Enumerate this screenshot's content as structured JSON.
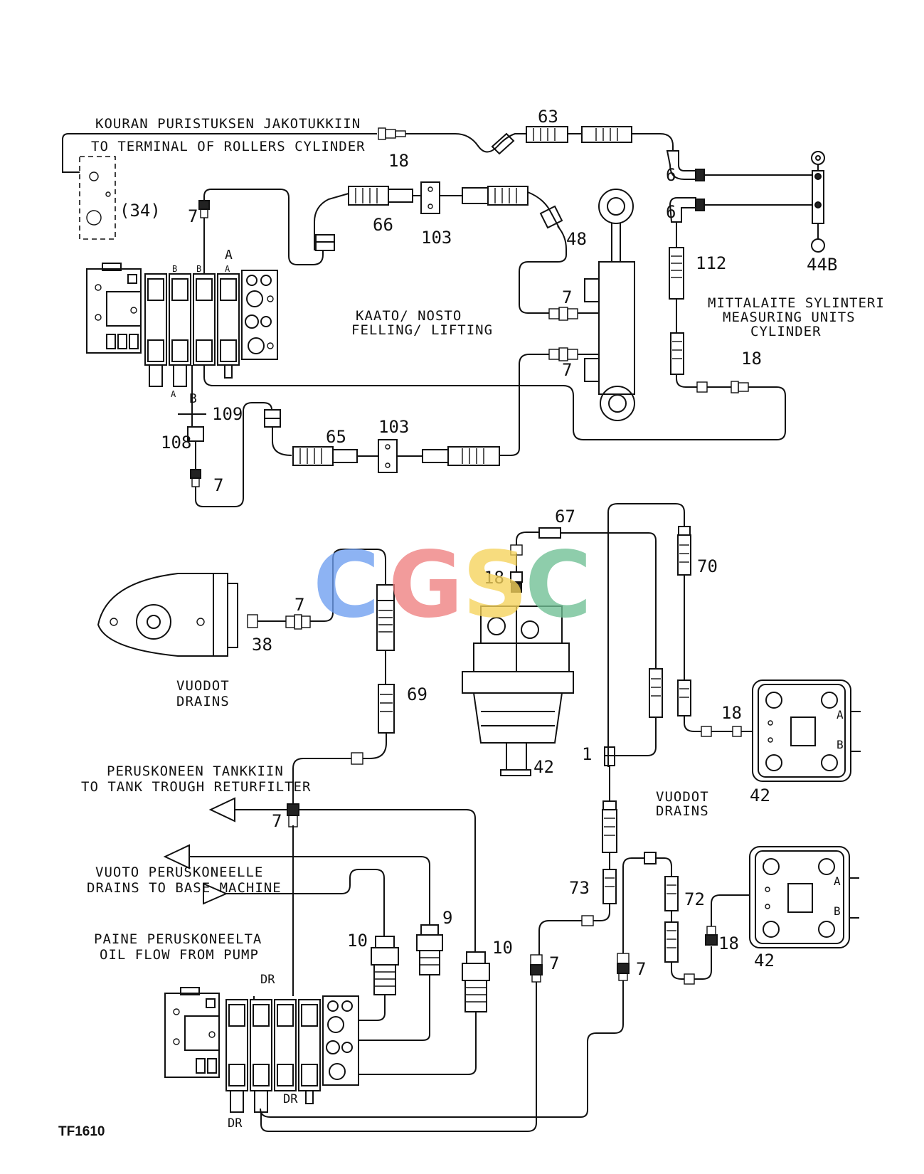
{
  "labels": {
    "top_fi": "KOURAN PURISTUKSEN JAKOTUKKIIN",
    "top_en": "TO TERMINAL OF ROLLERS CYLINDER",
    "ref34": "(34)",
    "felling_fi": "KAATO/ NOSTO",
    "felling_en": "FELLING/ LIFTING",
    "measure_fi": "MITTALAITE SYLINTERI",
    "measure_en1": "MEASURING UNITS",
    "measure_en2": "CYLINDER",
    "drains_fi_1": "VUODOT",
    "drains_en_1": "DRAINS",
    "drains_fi_2": "VUODOT",
    "drains_en_2": "DRAINS",
    "tank_fi": "PERUSKONEEN TANKKIIN",
    "tank_en": "TO TANK TROUGH RETURFILTER",
    "vuoto_fi": "VUOTO PERUSKONEELLE",
    "vuoto_en": "DRAINS TO BASE MACHINE",
    "paine_fi": "PAINE PERUSKONEELTA",
    "paine_en": "OIL FLOW FROM PUMP",
    "port_a": "A",
    "port_b": "B",
    "port_a_small": "A",
    "port_b_small": "B",
    "port_b_small2": "B",
    "port_a_small2": "A",
    "dr1": "DR",
    "dr2": "DR",
    "dr3": "DR",
    "block_a1": "A",
    "block_b1": "B",
    "block_a2": "A",
    "block_b2": "B",
    "code": "TF1610"
  },
  "parts": {
    "p63": "63",
    "p18a": "18",
    "p6a": "6",
    "p6b": "6",
    "p7a": "7",
    "p66": "66",
    "p103a": "103",
    "p48": "48",
    "p112": "112",
    "p44b": "44B",
    "p7b": "7",
    "p7c": "7",
    "p18b": "18",
    "p109": "109",
    "p108": "108",
    "p7d": "7",
    "p65": "65",
    "p103b": "103",
    "p67": "67",
    "p70": "70",
    "p18c": "18",
    "p7e": "7",
    "p38": "38",
    "p69": "69",
    "p42a": "42",
    "p18d": "18",
    "p1": "1",
    "p42b": "42",
    "p7f": "7",
    "p9": "9",
    "p10a": "10",
    "p10b": "10",
    "p73": "73",
    "p72": "72",
    "p7g": "7",
    "p7h": "7",
    "p18e": "18",
    "p42c": "42"
  },
  "watermark": {
    "letters": [
      "C",
      "G",
      "S",
      "C"
    ],
    "colors": [
      "#6e9ef0",
      "#ef7f7f",
      "#f6d35a",
      "#6fc094"
    ]
  }
}
